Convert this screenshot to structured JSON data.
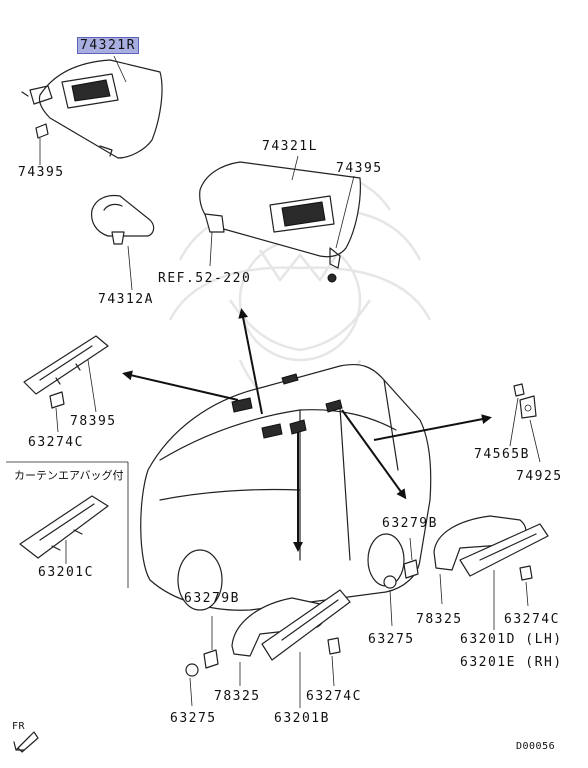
{
  "labels": {
    "visor_rh": "74321R",
    "clip_top_left": "74395",
    "visor_lh": "74321L",
    "clip_top_right": "74395",
    "mirror": "74312A",
    "ref": "REF.52-220",
    "bracket_left": "78395",
    "bolt_left": "63274C",
    "note": "カーテンエアバッグ付",
    "rail_bracket": "63201C",
    "hook_part": "74565B",
    "hook_clip": "74925",
    "grip_r_screwcap": "63279B",
    "grip_r_spacer": "78325",
    "grip_r_cap": "63275",
    "grip_r_bolt": "63274C",
    "grip_r_lh": "63201D (LH)",
    "grip_r_rh": "63201E (RH)",
    "grip_l_screwcap": "63279B",
    "grip_l_spacer": "78325",
    "grip_l_cap": "63275",
    "grip_l_bolt": "63274C",
    "grip_l_assy": "63201B",
    "fr": "FR",
    "code": "D00056"
  },
  "colors": {
    "highlight": "#a9aee0",
    "line": "#222222",
    "watermark": "#e6e6e6"
  }
}
